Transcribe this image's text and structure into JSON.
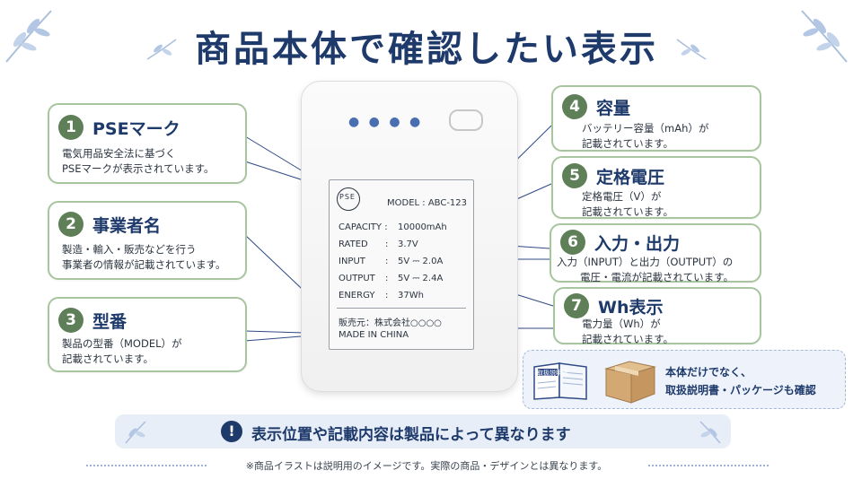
{
  "title": "商品本体で確認したい表示",
  "cards_left": [
    {
      "num": "1",
      "head": "PSEマーク",
      "lines": [
        "電気用品安全法に基づく",
        "PSEマークが表示されています。"
      ]
    },
    {
      "num": "2",
      "head": "事業者名",
      "lines": [
        "製造・輸入・販売などを行う",
        "事業者の情報が記載されています。"
      ]
    },
    {
      "num": "3",
      "head": "型番",
      "lines": [
        "製品の型番（MODEL）が",
        "記載されています。"
      ]
    }
  ],
  "cards_right": [
    {
      "num": "4",
      "head": "容量",
      "lines": [
        "バッテリー容量（mAh）が",
        "記載されています。"
      ]
    },
    {
      "num": "5",
      "head": "定格電圧",
      "lines": [
        "定格電圧（V）が",
        "記載されています。"
      ]
    },
    {
      "num": "6",
      "head": "入力・出力",
      "lines": [
        "入力（INPUT）と出力（OUTPUT）の",
        "電圧・電流が記載されています。"
      ]
    },
    {
      "num": "7",
      "head": "Wh表示",
      "lines": [
        "電力量（Wh）が",
        "記載されています。"
      ]
    }
  ],
  "device_label": {
    "pse_mark": "PSE",
    "model": "MODEL : ABC-123",
    "capacity_key": "CAPACITY :",
    "capacity_val": "10000mAh",
    "rated_key": "RATED",
    "rated_val": "3.7V",
    "input_key": "INPUT",
    "input_val": "5V ⎓ 2.0A",
    "output_key": "OUTPUT",
    "output_val": "5V ⎓ 2.4A",
    "energy_key": "ENERGY",
    "energy_val": "37Wh",
    "colon": ":",
    "seller": "販売元：株式会社○○○○",
    "made_in": "MADE IN CHINA"
  },
  "manual_book_label": "取扱説明書",
  "note_lines": [
    "本体だけでなく、",
    "取扱説明書・パッケージも確認"
  ],
  "banner": {
    "icon": "!",
    "text": "表示位置や記載内容は製品によって異なります"
  },
  "footer": "※商品イラストは説明用のイメージです。実際の商品・デザインとは異なります。",
  "colors": {
    "navy": "#1e3a6b",
    "green": "#5e7f57",
    "card_border": "#a7c59e",
    "leaf": "#a9bfdc",
    "banner": "#e8eef8"
  }
}
